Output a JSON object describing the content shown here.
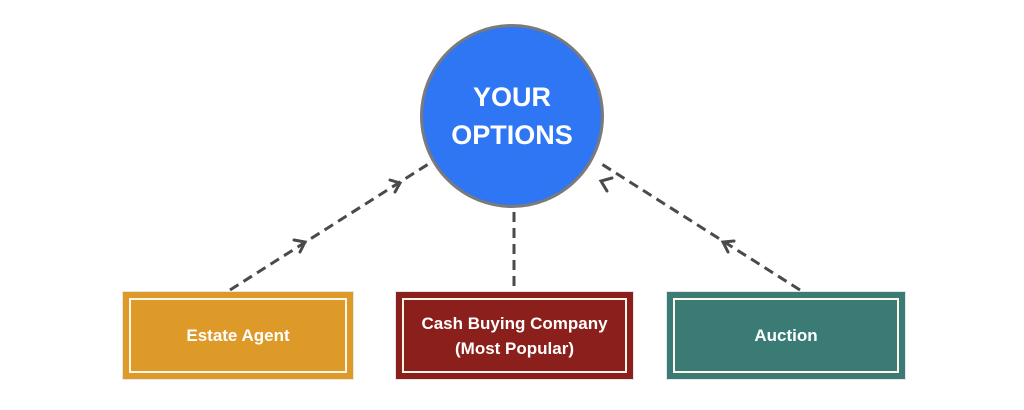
{
  "center": {
    "line1": "YOUR",
    "line2": "OPTIONS"
  },
  "options": [
    {
      "label": "Estate Agent",
      "color": "#de9a28"
    },
    {
      "label": "Cash Buying Company",
      "sublabel": "(Most Popular)",
      "color": "#8b1f1b"
    },
    {
      "label": "Auction",
      "color": "#3a7c75"
    }
  ],
  "colors": {
    "circle": "#2f76f4",
    "connector": "#4a4a4a"
  }
}
